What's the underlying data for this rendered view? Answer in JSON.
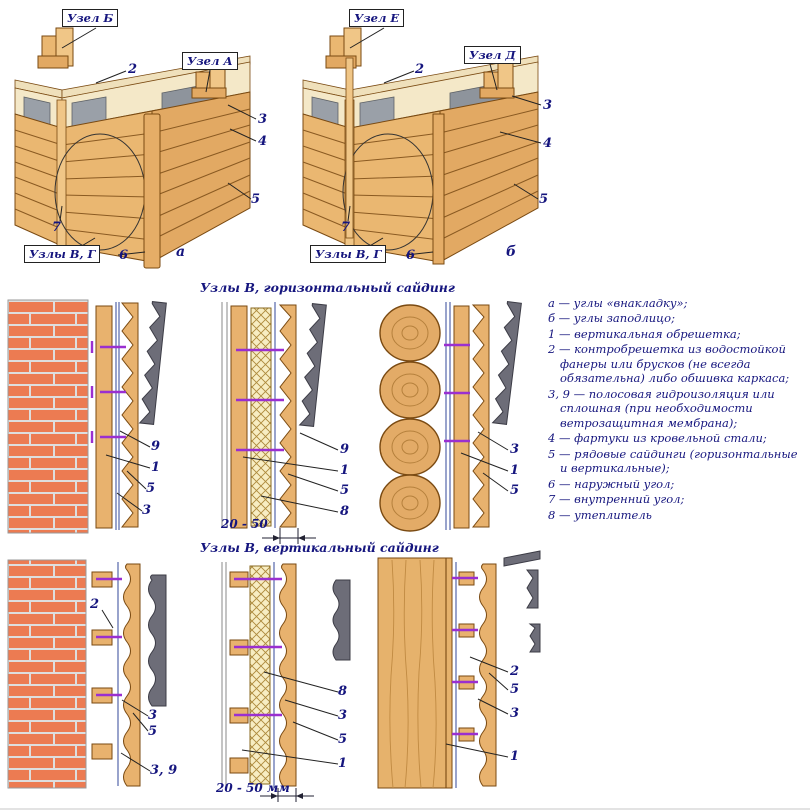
{
  "colors": {
    "wood": "#e8b26e",
    "wood_light": "#f0c687",
    "sheathing": "#f4e8c8",
    "brick": "#ec7b52",
    "membrane_gray": "#9aa0a8",
    "siding_gray": "#6d6d78",
    "insulation": "#f7edc2",
    "fastener_purple": "#9a2fd0",
    "label_navy": "#15157e"
  },
  "top_left": {
    "node_box_1": "Узел Б",
    "node_box_2": "Узел А",
    "nodes_box": "Узлы В, Г",
    "callout_2": "2",
    "callout_3": "3",
    "callout_4": "4",
    "callout_5": "5",
    "callout_6": "6",
    "callout_7": "7",
    "variant_letter": "а"
  },
  "top_right": {
    "node_box_1": "Узел Е",
    "node_box_2": "Узел Д",
    "nodes_box": "Узлы В, Г",
    "callout_2": "2",
    "callout_3": "3",
    "callout_4": "4",
    "callout_5": "5",
    "callout_6": "6",
    "callout_7": "7",
    "variant_letter": "б"
  },
  "middle_section": {
    "title": "Узлы В, горизонтальный сайдинг",
    "brick_detail": {
      "callout_9": "9",
      "callout_1": "1",
      "callout_5": "5",
      "callout_3": "3"
    },
    "insulated_detail": {
      "callout_9": "9",
      "callout_1": "1",
      "callout_5": "5",
      "callout_8": "8",
      "dimension": "20 - 50"
    },
    "log_detail": {
      "callout_3": "3",
      "callout_1": "1",
      "callout_5": "5"
    }
  },
  "legend": {
    "items": [
      "а — углы «внакладку»;",
      "б — углы заподлицо;",
      "1 — вертикальная обрешетка;",
      "2 — контробрешетка из водостойкой фанеры или брусков (не всегда обязательна) либо обшивка каркаса;",
      "3, 9 — полосовая гидроизоляция или сплошная (при необходимости ветрозащитная мембрана);",
      "4 — фартуки из кровельной стали;",
      "5 — рядовые сайдинги (горизонтальные и вертикальные);",
      "6 — наружный угол;",
      "7 — внутренний угол;",
      "8 — утеплитель"
    ]
  },
  "bottom_section": {
    "title": "Узлы В, вертикальный сайдинг",
    "brick_detail": {
      "callout_2": "2",
      "callout_3": "3",
      "callout_5": "5",
      "callout_39": "3, 9"
    },
    "insulated_detail": {
      "callout_8": "8",
      "callout_3": "3",
      "callout_5": "5",
      "callout_1": "1",
      "dimension": "20 - 50 мм"
    },
    "timber_detail": {
      "callout_2": "2",
      "callout_5": "5",
      "callout_3": "3",
      "callout_1": "1"
    }
  }
}
